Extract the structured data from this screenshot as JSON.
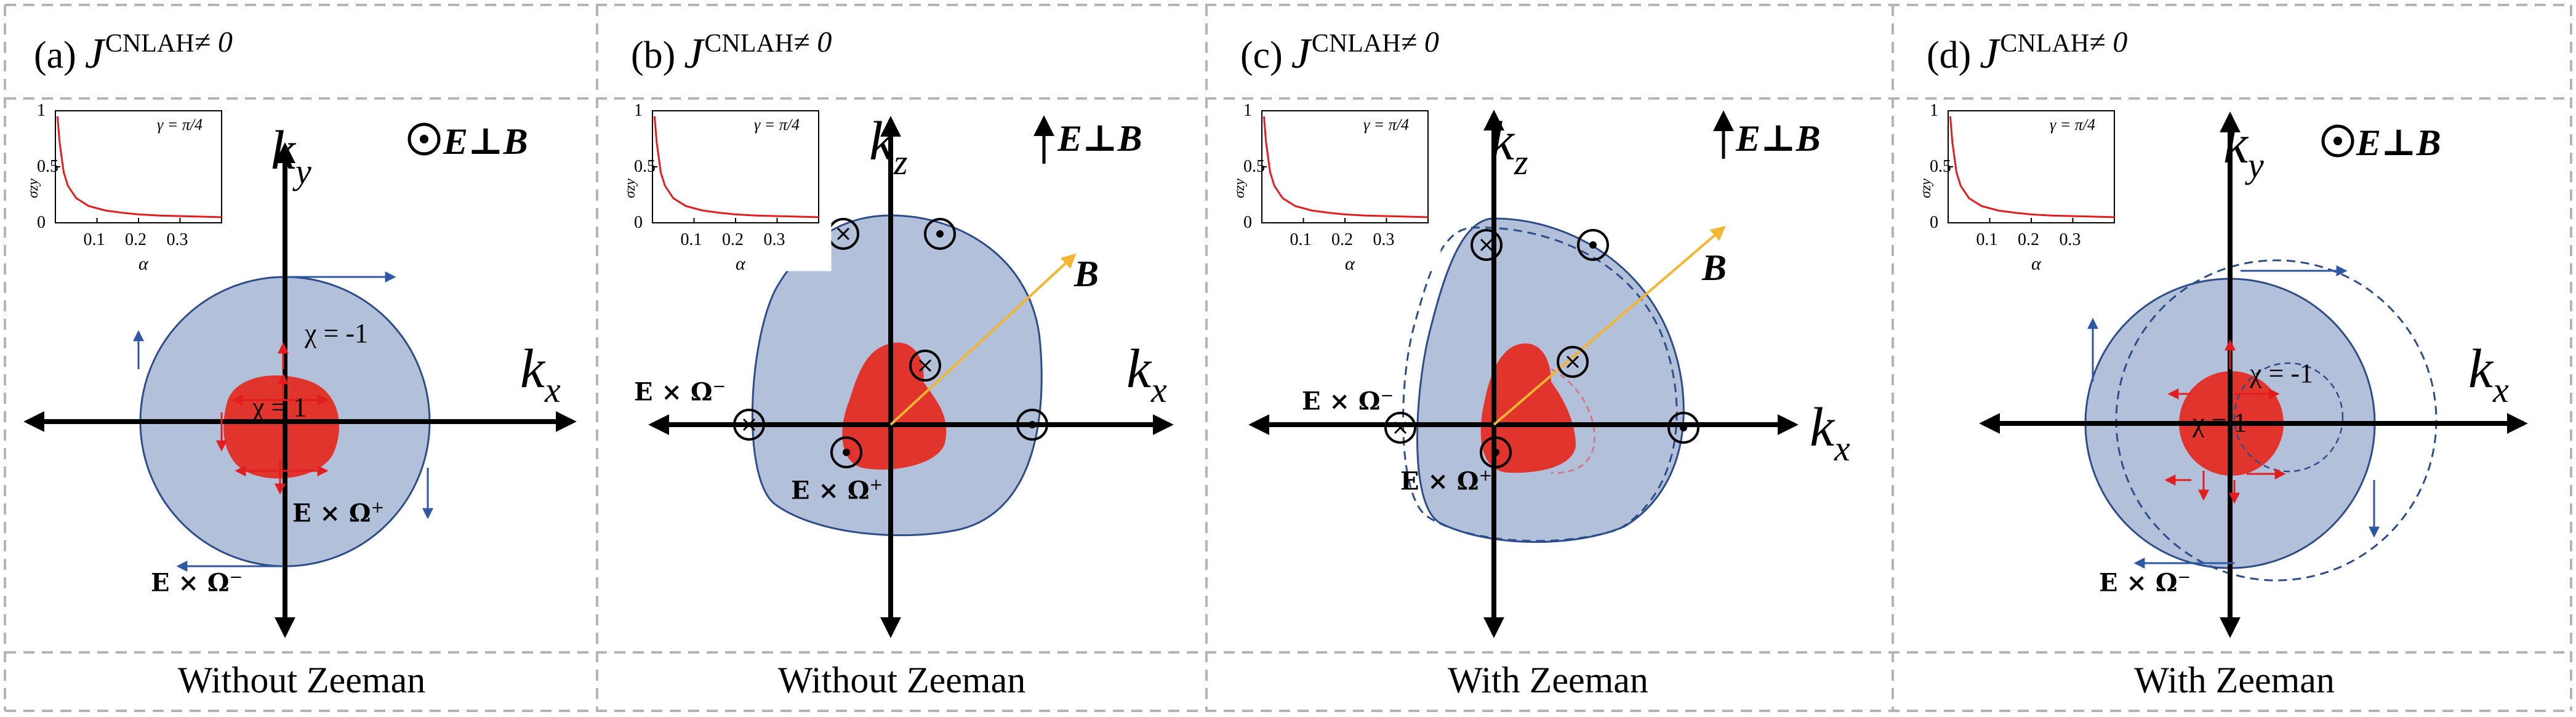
{
  "panels": [
    {
      "id": "a",
      "label_prefix": "(a)",
      "caption": "Without Zeeman",
      "axis_x": "k",
      "axis_x_sub": "x",
      "axis_y": "k",
      "axis_y_sub": "y",
      "field_label": "E⊥B",
      "field_mode": "dot",
      "chi_outer": "χ = -1",
      "chi_inner": "χ = 1",
      "exo_plus": "E × Ω",
      "exo_plus_sup": "+",
      "exo_minus": "E × Ω",
      "exo_minus_sup": "−"
    },
    {
      "id": "b",
      "label_prefix": "(b)",
      "caption": "Without Zeeman",
      "axis_x": "k",
      "axis_x_sub": "x",
      "axis_y": "k",
      "axis_y_sub": "z",
      "field_label": "E⊥B",
      "field_mode": "arrow",
      "b_label": "B",
      "exo_plus": "E × Ω",
      "exo_plus_sup": "+",
      "exo_minus": "E × Ω",
      "exo_minus_sup": "−"
    },
    {
      "id": "c",
      "label_prefix": "(c)",
      "caption": "With Zeeman",
      "axis_x": "k",
      "axis_x_sub": "x",
      "axis_y": "k",
      "axis_y_sub": "z",
      "field_label": "E⊥B",
      "field_mode": "arrow",
      "b_label": "B",
      "exo_plus": "E × Ω",
      "exo_plus_sup": "+",
      "exo_minus": "E × Ω",
      "exo_minus_sup": "−"
    },
    {
      "id": "d",
      "label_prefix": "(d)",
      "caption": "With Zeeman",
      "axis_x": "k",
      "axis_x_sub": "x",
      "axis_y": "k",
      "axis_y_sub": "y",
      "field_label": "E⊥B",
      "field_mode": "dot",
      "chi_outer": "χ = -1",
      "chi_inner": "χ = 1",
      "exo_minus": "E × Ω",
      "exo_minus_sup": "−"
    }
  ],
  "current_symbol": "J",
  "current_superscript": "CNLAH",
  "current_relation": "≠ 0",
  "inset": {
    "ylabel": "σzy",
    "xlabel": "α",
    "gamma_label": "γ = π/4",
    "yticks": [
      "1",
      "0.5",
      "0"
    ],
    "xticks": [
      "0.1",
      "0.2",
      "0.3"
    ],
    "chart_data": {
      "type": "line",
      "xlabel": "α",
      "ylabel": "σzy",
      "annotation": "γ = π/4",
      "xlim": [
        0.0,
        0.4
      ],
      "ylim": [
        0,
        1
      ],
      "x": [
        0.005,
        0.01,
        0.02,
        0.03,
        0.05,
        0.08,
        0.12,
        0.16,
        0.2,
        0.25,
        0.3,
        0.35,
        0.4
      ],
      "values": [
        0.95,
        0.72,
        0.45,
        0.33,
        0.22,
        0.15,
        0.11,
        0.09,
        0.075,
        0.065,
        0.06,
        0.055,
        0.05
      ]
    }
  },
  "colors": {
    "sphere_fill": "#b3c0d9",
    "sphere_stroke": "#2d4c8a",
    "pocket": "#e1342d",
    "red_arrow": "#e11d1d",
    "blue_arrow": "#2f57a3",
    "b_arrow": "#f2b632",
    "inset_line": "#e11d1d",
    "border": "#b4b4b4"
  }
}
